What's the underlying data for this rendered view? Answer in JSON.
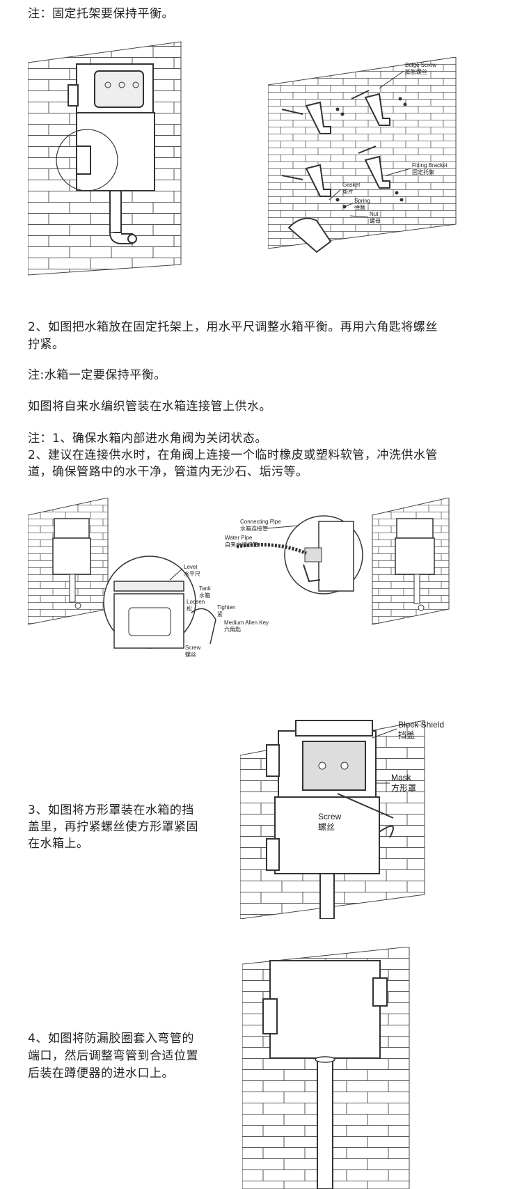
{
  "note1": "注：固定托架要保持平衡。",
  "fig1": {
    "labels": {
      "bulge_en": "Bulge Screw",
      "bulge_cn": "膨胀螺丝",
      "fixing_en": "Fixing Bracket",
      "fixing_cn": "固定托架",
      "gasket_en": "Gasket",
      "gasket_cn": "垫片",
      "spring_en": "Spring",
      "spring_cn": "弹簧",
      "nut_en": "Nut",
      "nut_cn": "螺母"
    }
  },
  "step2": {
    "line1": "2、如图把水箱放在固定托架上，用水平尺调整水箱平衡。再用六角匙将螺丝",
    "line2": "拧紧。",
    "note": "注:水箱一定要保持平衡。",
    "pipe": "如图将自来水编织管装在水箱连接管上供水。",
    "note_a": "注：1、确保水箱内部进水角阀为关闭状态。",
    "note_b1": "2、建议在连接供水时，在角阀上连接一个临时橡皮或塑料软管，冲洗供水管",
    "note_b2": "道，确保管路中的水干净，管道内无沙石、垢污等。"
  },
  "fig2": {
    "labels": {
      "connecting_en": "Connecting Pipe",
      "connecting_cn": "水箱连接管",
      "water_en": "Water Pipe",
      "water_cn": "自来水编织管",
      "level_en": "Level",
      "level_cn": "水平尺",
      "tank_en": "Tank",
      "tank_cn": "水箱",
      "loosen_en": "Loosen",
      "loosen_cn": "松",
      "tighten_en": "Tighten",
      "tighten_cn": "紧",
      "allen_en": "Medium Allen Key",
      "allen_cn": "六角匙",
      "screw_en": "Screw",
      "screw_cn": "螺丝"
    }
  },
  "step3": {
    "line1": "3、如图将方形罩装在水箱的挡",
    "line2": "盖里，再拧紧螺丝使方形罩紧固",
    "line3": "在水箱上。",
    "labels": {
      "block_en": "Block Shield",
      "block_cn": "挡盖",
      "mask_en": "Mask",
      "mask_cn": "方形罩",
      "screw_en": "Screw",
      "screw_cn": "螺丝"
    }
  },
  "step4": {
    "line1": "4、如图将防漏胶圈套入弯管的",
    "line2": "端口，然后调整弯管到合适位置",
    "line3": "后装在蹲便器的进水口上。"
  }
}
